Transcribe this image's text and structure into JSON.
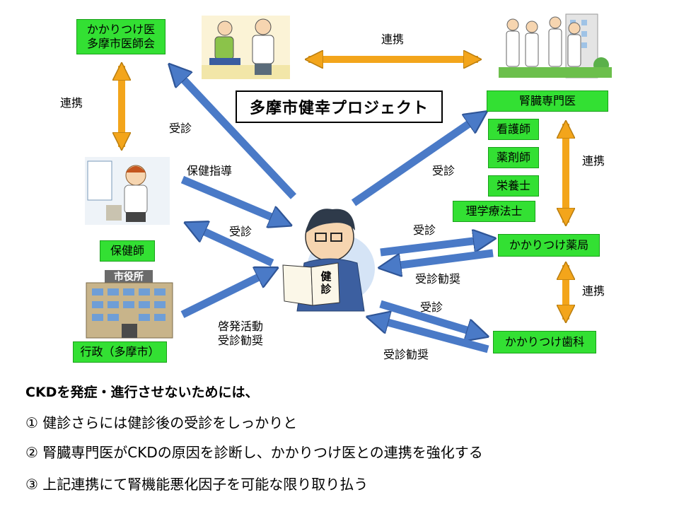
{
  "title": "多摩市健幸プロジェクト",
  "nodes": {
    "doctor_assoc": "かかりつけ医\n多摩市医師会",
    "nephrologist": "腎臓専門医",
    "nurse": "看護師",
    "pharmacist": "薬剤師",
    "dietitian": "栄養士",
    "physiotherapist": "理学療法士",
    "pharmacy": "かかりつけ薬局",
    "dentist": "かかりつけ歯科",
    "public_health_nurse": "保健師",
    "city": "行政（多摩市）"
  },
  "pictures": {
    "city_hall_sign": "市役所",
    "booklet_text": "健\n診"
  },
  "edge_labels": {
    "link_top": "連携",
    "link_left": "連携",
    "link_right_upper": "連携",
    "link_right_lower": "連携",
    "visit_doctor": "受診",
    "health_guidance": "保健指導",
    "visit_nurse": "受診",
    "awareness": "啓発活動\n受診勧奨",
    "visit_nephro": "受診",
    "visit_pharmacy": "受診",
    "recommend_pharmacy": "受診勧奨",
    "visit_dentist": "受診",
    "recommend_dentist": "受診勧奨"
  },
  "notes": {
    "heading": "CKDを発症・進行させないためには、",
    "item1": "① 健診さらには健診後の受診をしっかりと",
    "item2": "② 腎臓専門医がCKDの原因を診断し、かかりつけ医との連携を強化する",
    "item3": "③ 上記連携にて腎機能悪化因子を可能な限り取り払う"
  },
  "colors": {
    "node_fill": "#33e033",
    "blue_arrow": "#4a7ac7",
    "orange_arrow": "#f3a51b"
  }
}
